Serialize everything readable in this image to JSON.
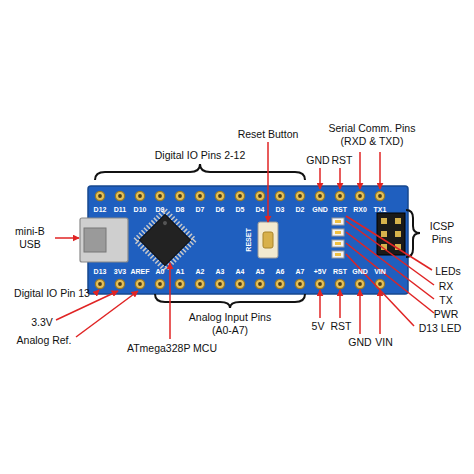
{
  "diagram": {
    "labels": [
      "Reset Button",
      "Serial Comm. Pins (RXD & TXD)",
      "Digital IO Pins 2-12",
      "GND",
      "RST",
      "mini-B USB",
      "ICSP Pins",
      "LEDs",
      "RX",
      "TX",
      "PWR",
      "D13 LED",
      "Digital IO Pin 13",
      "3.3V",
      "Analog Ref.",
      "ATmega328P MCU",
      "Analog Input Pins (A0-A7)",
      "5V",
      "RST",
      "GND",
      "VIN",
      "D12",
      "D11",
      "D10",
      "D9",
      "D8",
      "D7",
      "D6",
      "D5",
      "D4",
      "D3",
      "D2",
      "GND",
      "RST",
      "RX0",
      "TX1",
      "D13",
      "3V3",
      "AREF",
      "A0",
      "A1",
      "A2",
      "A3",
      "A4",
      "A5",
      "A6",
      "A7",
      "+5V",
      "RST",
      "GND",
      "VIN",
      "RESET"
    ]
  }
}
